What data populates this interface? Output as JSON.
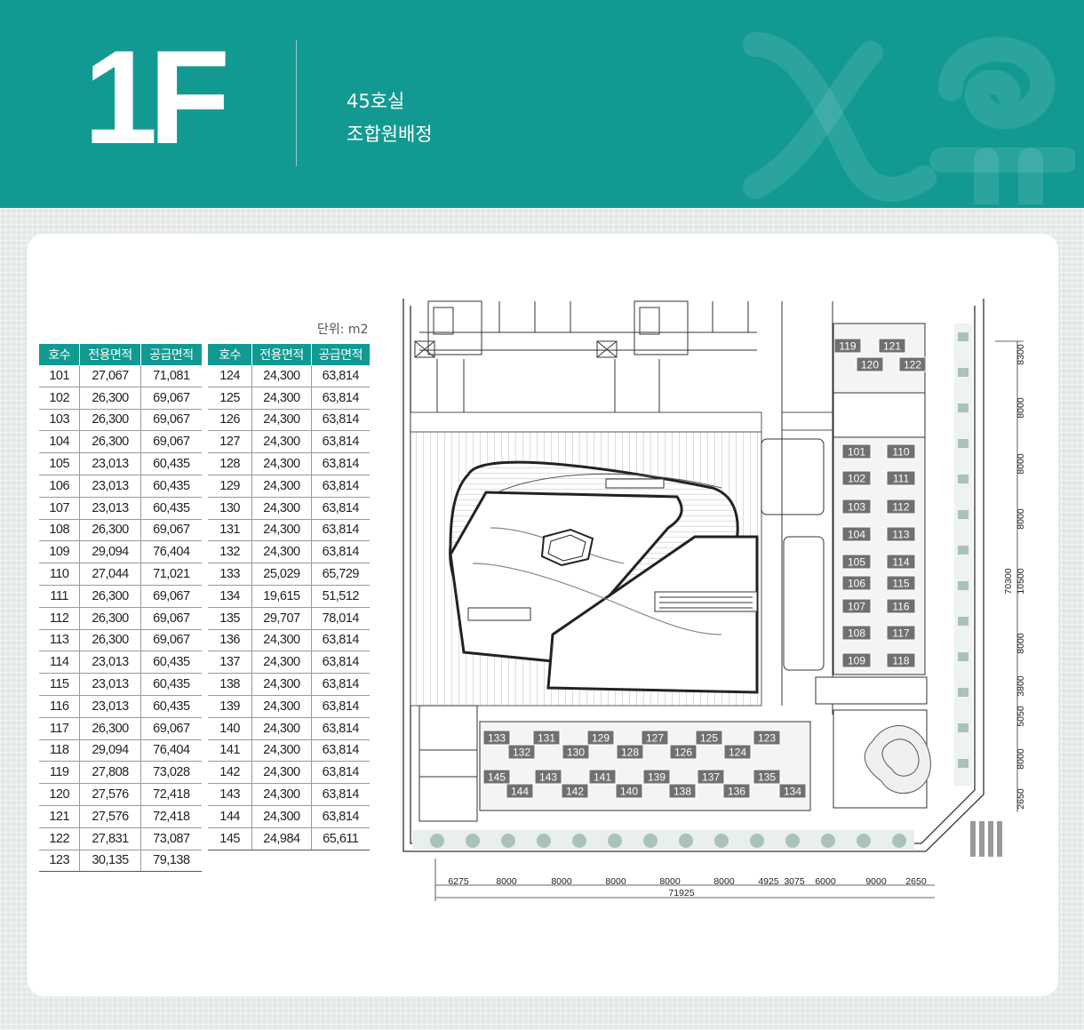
{
  "header": {
    "floor": "1F",
    "room_count": "45호실",
    "assignment": "조합원배정",
    "colors": {
      "teal": "#129a92",
      "white": "#ffffff"
    }
  },
  "unit_label": "단위: m2",
  "table": {
    "headers": [
      "호수",
      "전용면적",
      "공급면적"
    ],
    "left": [
      [
        "101",
        "27,067",
        "71,081"
      ],
      [
        "102",
        "26,300",
        "69,067"
      ],
      [
        "103",
        "26,300",
        "69,067"
      ],
      [
        "104",
        "26,300",
        "69,067"
      ],
      [
        "105",
        "23,013",
        "60,435"
      ],
      [
        "106",
        "23,013",
        "60,435"
      ],
      [
        "107",
        "23,013",
        "60,435"
      ],
      [
        "108",
        "26,300",
        "69,067"
      ],
      [
        "109",
        "29,094",
        "76,404"
      ],
      [
        "110",
        "27,044",
        "71,021"
      ],
      [
        "111",
        "26,300",
        "69,067"
      ],
      [
        "112",
        "26,300",
        "69,067"
      ],
      [
        "113",
        "26,300",
        "69,067"
      ],
      [
        "114",
        "23,013",
        "60,435"
      ],
      [
        "115",
        "23,013",
        "60,435"
      ],
      [
        "116",
        "23,013",
        "60,435"
      ],
      [
        "117",
        "26,300",
        "69,067"
      ],
      [
        "118",
        "29,094",
        "76,404"
      ],
      [
        "119",
        "27,808",
        "73,028"
      ],
      [
        "120",
        "27,576",
        "72,418"
      ],
      [
        "121",
        "27,576",
        "72,418"
      ],
      [
        "122",
        "27,831",
        "73,087"
      ],
      [
        "123",
        "30,135",
        "79,138"
      ]
    ],
    "right": [
      [
        "124",
        "24,300",
        "63,814"
      ],
      [
        "125",
        "24,300",
        "63,814"
      ],
      [
        "126",
        "24,300",
        "63,814"
      ],
      [
        "127",
        "24,300",
        "63,814"
      ],
      [
        "128",
        "24,300",
        "63,814"
      ],
      [
        "129",
        "24,300",
        "63,814"
      ],
      [
        "130",
        "24,300",
        "63,814"
      ],
      [
        "131",
        "24,300",
        "63,814"
      ],
      [
        "132",
        "24,300",
        "63,814"
      ],
      [
        "133",
        "25,029",
        "65,729"
      ],
      [
        "134",
        "19,615",
        "51,512"
      ],
      [
        "135",
        "29,707",
        "78,014"
      ],
      [
        "136",
        "24,300",
        "63,814"
      ],
      [
        "137",
        "24,300",
        "63,814"
      ],
      [
        "138",
        "24,300",
        "63,814"
      ],
      [
        "139",
        "24,300",
        "63,814"
      ],
      [
        "140",
        "24,300",
        "63,814"
      ],
      [
        "141",
        "24,300",
        "63,814"
      ],
      [
        "142",
        "24,300",
        "63,814"
      ],
      [
        "143",
        "24,300",
        "63,814"
      ],
      [
        "144",
        "24,300",
        "63,814"
      ],
      [
        "145",
        "24,984",
        "65,611"
      ]
    ]
  },
  "plan": {
    "units_top_right": [
      "119",
      "120",
      "121",
      "122"
    ],
    "units_column_left": [
      "101",
      "102",
      "103",
      "104",
      "105",
      "106",
      "107",
      "108",
      "109"
    ],
    "units_column_right": [
      "110",
      "111",
      "112",
      "113",
      "114",
      "115",
      "116",
      "117",
      "118"
    ],
    "units_bottom_row1_upper": [
      "133",
      "131",
      "129",
      "127",
      "125",
      "123"
    ],
    "units_bottom_row1_lower": [
      "132",
      "130",
      "128",
      "126",
      "124"
    ],
    "units_bottom_row2_upper": [
      "145",
      "143",
      "141",
      "139",
      "137",
      "135"
    ],
    "units_bottom_row2_lower": [
      "144",
      "142",
      "140",
      "138",
      "136",
      "134"
    ],
    "dims_bottom": [
      "6275",
      "8000",
      "8000",
      "8000",
      "8000",
      "8000",
      "4925",
      "3075",
      "6000",
      "9000",
      "2650"
    ],
    "dim_bottom_total": "71925",
    "dims_right": [
      "8300",
      "8000",
      "8000",
      "8000",
      "10500",
      "8000",
      "3800",
      "5050",
      "8000",
      "2650"
    ],
    "dim_right_total": "70300",
    "colors": {
      "unit_fill": "#707070",
      "unit_stroke": "#ffffff",
      "pattern_grass": "#9ab4ad",
      "line": "#333333"
    }
  }
}
